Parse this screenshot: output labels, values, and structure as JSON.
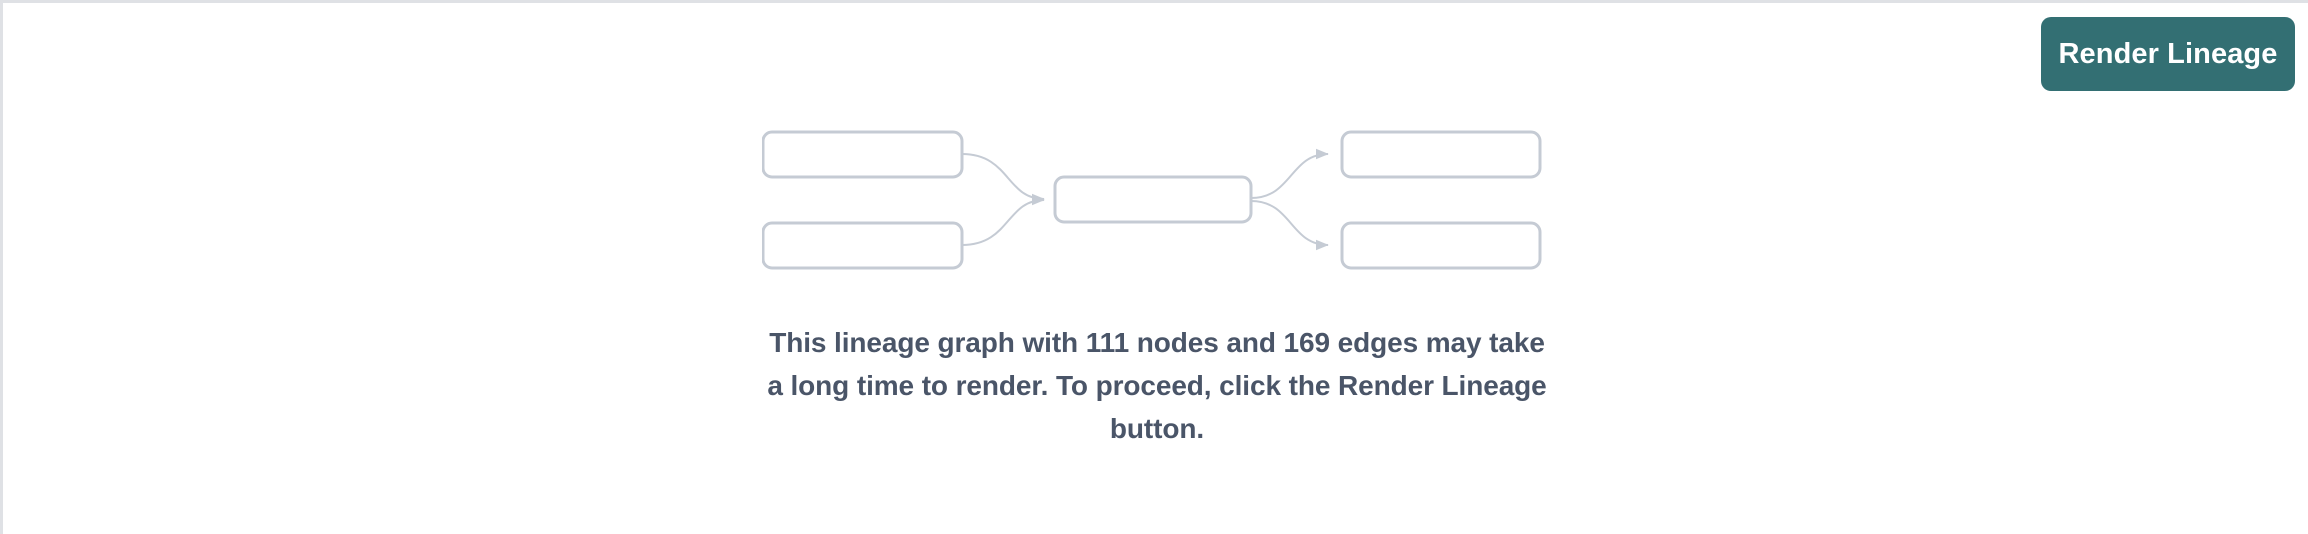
{
  "panel": {
    "background_color": "#ffffff",
    "border_color": "#dfe1e5"
  },
  "toolbar": {
    "render_lineage_label": "Render Lineage",
    "button_color": "#336f73",
    "button_text_color": "#ffffff"
  },
  "empty_state": {
    "message": "This lineage graph with 111 nodes and 169 edges may take a long time to render. To proceed, click the Render Lineage button.",
    "text_color": "#4a5568",
    "node_count": 111,
    "edge_count": 169
  },
  "graph_illustration": {
    "node_border_color": "#c5cbd4",
    "node_fill_color": "#ffffff",
    "edge_color": "#c5cbd4",
    "nodes": [
      {
        "id": "source-a",
        "column": "left",
        "label": ""
      },
      {
        "id": "source-b",
        "column": "left",
        "label": ""
      },
      {
        "id": "model-c",
        "column": "center",
        "label": ""
      },
      {
        "id": "output-d",
        "column": "right",
        "label": ""
      },
      {
        "id": "output-e",
        "column": "right",
        "label": ""
      }
    ],
    "edges": [
      {
        "from": "source-a",
        "to": "model-c"
      },
      {
        "from": "source-b",
        "to": "model-c"
      },
      {
        "from": "model-c",
        "to": "output-d"
      },
      {
        "from": "model-c",
        "to": "output-e"
      }
    ]
  }
}
